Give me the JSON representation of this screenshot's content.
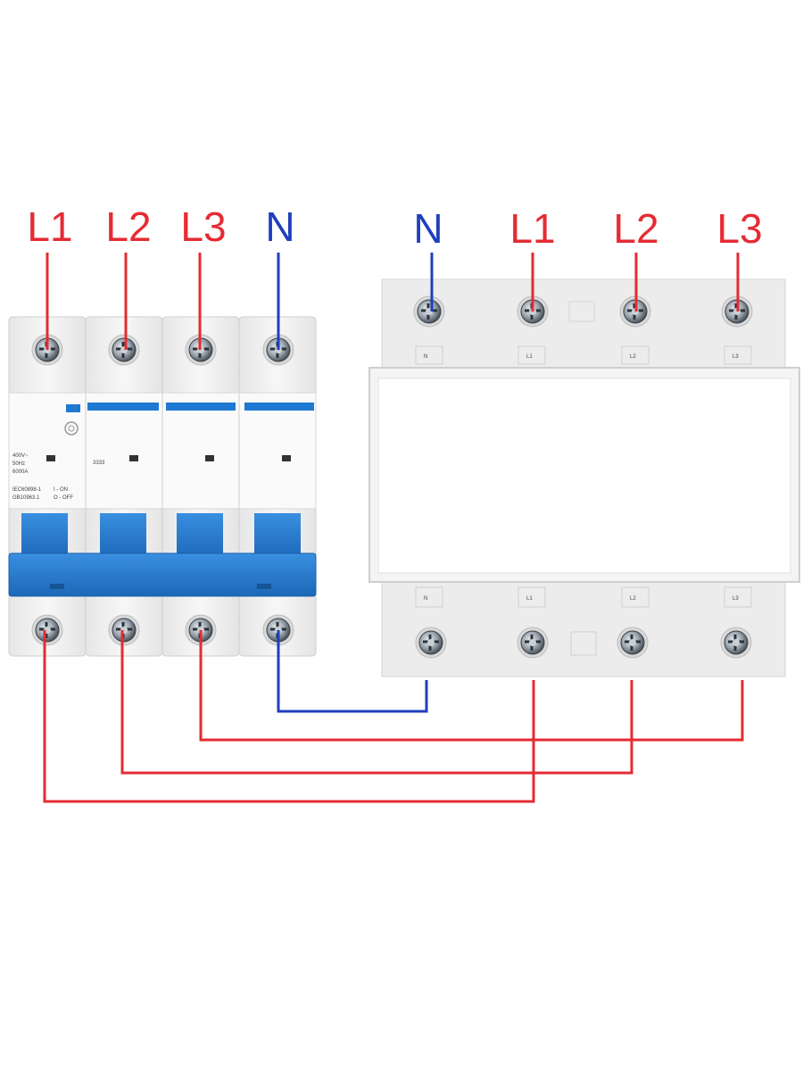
{
  "colors": {
    "phase": "#e52b33",
    "neutral": "#1f3fbf",
    "breaker_blue": "#1f78d1",
    "device_body": "#f3f3f3"
  },
  "breaker": {
    "top_labels": [
      "L1",
      "L2",
      "L3",
      "N"
    ],
    "rating_text": [
      "400V~",
      "50Hz",
      "6000A"
    ],
    "standard_text": [
      "IEC60898-1",
      "GB10963.1"
    ],
    "switch_text": [
      "I - ON",
      "O - OFF"
    ]
  },
  "meter": {
    "top_labels": [
      "N",
      "L1",
      "L2",
      "L3"
    ],
    "terminal_marks_top": [
      "N",
      "L1",
      "L2",
      "L3"
    ],
    "terminal_marks_bottom": [
      "N",
      "L1",
      "L2",
      "L3"
    ]
  },
  "connections": [
    {
      "from": "breaker N",
      "to": "meter N",
      "color": "neutral"
    },
    {
      "from": "breaker L3",
      "to": "meter L3",
      "color": "phase"
    },
    {
      "from": "breaker L2",
      "to": "meter L2",
      "color": "phase"
    },
    {
      "from": "breaker L1",
      "to": "meter L1",
      "color": "phase"
    }
  ]
}
